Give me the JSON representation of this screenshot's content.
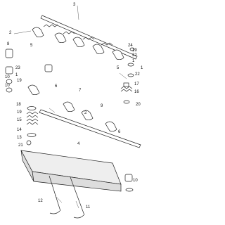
{
  "diagram": {
    "callouts": [
      {
        "id": "c3a",
        "text": "3"
      },
      {
        "id": "c2a",
        "text": "2"
      },
      {
        "id": "c5a",
        "text": "5"
      },
      {
        "id": "c8a",
        "text": "8"
      },
      {
        "id": "c24",
        "text": "24"
      },
      {
        "id": "c19a",
        "text": "19"
      },
      {
        "id": "c22a",
        "text": "22"
      },
      {
        "id": "c1a",
        "text": "1"
      },
      {
        "id": "c5b",
        "text": "5"
      },
      {
        "id": "c22b",
        "text": "22"
      },
      {
        "id": "c1b",
        "text": "1"
      },
      {
        "id": "c10a",
        "text": "10"
      },
      {
        "id": "c23",
        "text": "23"
      },
      {
        "id": "c1c",
        "text": "1"
      },
      {
        "id": "c6a",
        "text": "6"
      },
      {
        "id": "c19b",
        "text": "19"
      },
      {
        "id": "c10b",
        "text": "10"
      },
      {
        "id": "c17",
        "text": "17"
      },
      {
        "id": "c16",
        "text": "16"
      },
      {
        "id": "c18",
        "text": "18"
      },
      {
        "id": "c20",
        "text": "20"
      },
      {
        "id": "c19c",
        "text": "19"
      },
      {
        "id": "c15",
        "text": "15"
      },
      {
        "id": "c14",
        "text": "14"
      },
      {
        "id": "c13",
        "text": "13"
      },
      {
        "id": "c21",
        "text": "21"
      },
      {
        "id": "c4",
        "text": "4"
      },
      {
        "id": "c10c",
        "text": "10"
      },
      {
        "id": "c12",
        "text": "12"
      },
      {
        "id": "c11",
        "text": "11"
      },
      {
        "id": "c2b",
        "text": "2"
      },
      {
        "id": "c6b",
        "text": "6"
      },
      {
        "id": "c9",
        "text": "9"
      },
      {
        "id": "c7",
        "text": "7"
      }
    ]
  }
}
